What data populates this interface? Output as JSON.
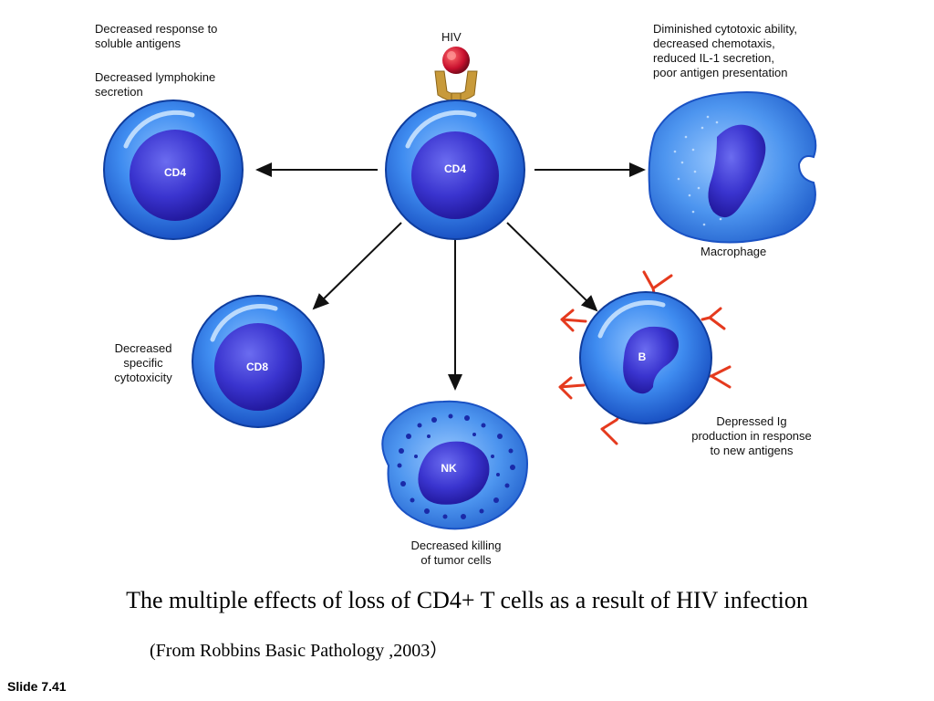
{
  "labels": {
    "cd4_left": [
      "Decreased response to",
      "soluble antigens"
    ],
    "cd4_left_2": [
      "Decreased lymphokine",
      "secretion"
    ],
    "hiv": "HIV",
    "macrophage_effects": [
      "Diminished cytotoxic ability,",
      "decreased chemotaxis,",
      "reduced IL-1 secretion,",
      "poor antigen presentation"
    ],
    "macrophage": "Macrophage",
    "cd8_effects": [
      "Decreased",
      "specific",
      "cytotoxicity"
    ],
    "nk_effects": [
      "Decreased killing",
      "of tumor cells"
    ],
    "b_effects": [
      "Depressed Ig",
      "production in response",
      "to new antigens"
    ]
  },
  "cells": {
    "cd4_center": "CD4",
    "cd4_left": "CD4",
    "cd8": "CD8",
    "nk": "NK",
    "b": "B"
  },
  "caption": "The multiple effects of loss of CD4+ T cells as a result of HIV infection",
  "source": "(From Robbins Basic Pathology ,2003）",
  "slide_number": "Slide 7.41",
  "colors": {
    "cell_outer": "#1f63d6",
    "nucleus": "#2a22b8",
    "hiv_virus": "#c8102e",
    "receptor": "#c89a3a",
    "receptor_burst": "#e53a1e"
  }
}
